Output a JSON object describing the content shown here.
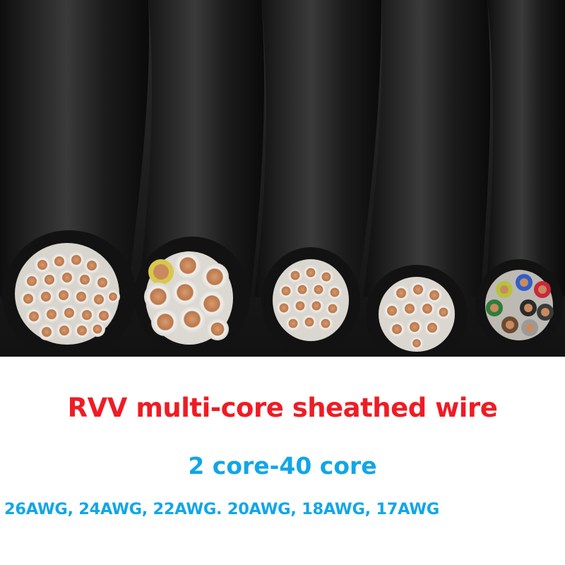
{
  "colors": {
    "title": "#ee1c25",
    "subtitle": "#11a6e8",
    "sizes": "#11a6e8",
    "sheath": "#1b1b1b",
    "insulation": "#eceae6",
    "copper": "#c98a5e"
  },
  "caption": {
    "title": "RVV multi-core sheathed wire",
    "subtitle": "2 core-40 core",
    "sizes": "26AWG, 24AWG, 22AWG. 20AWG, 18AWG, 17AWG"
  }
}
